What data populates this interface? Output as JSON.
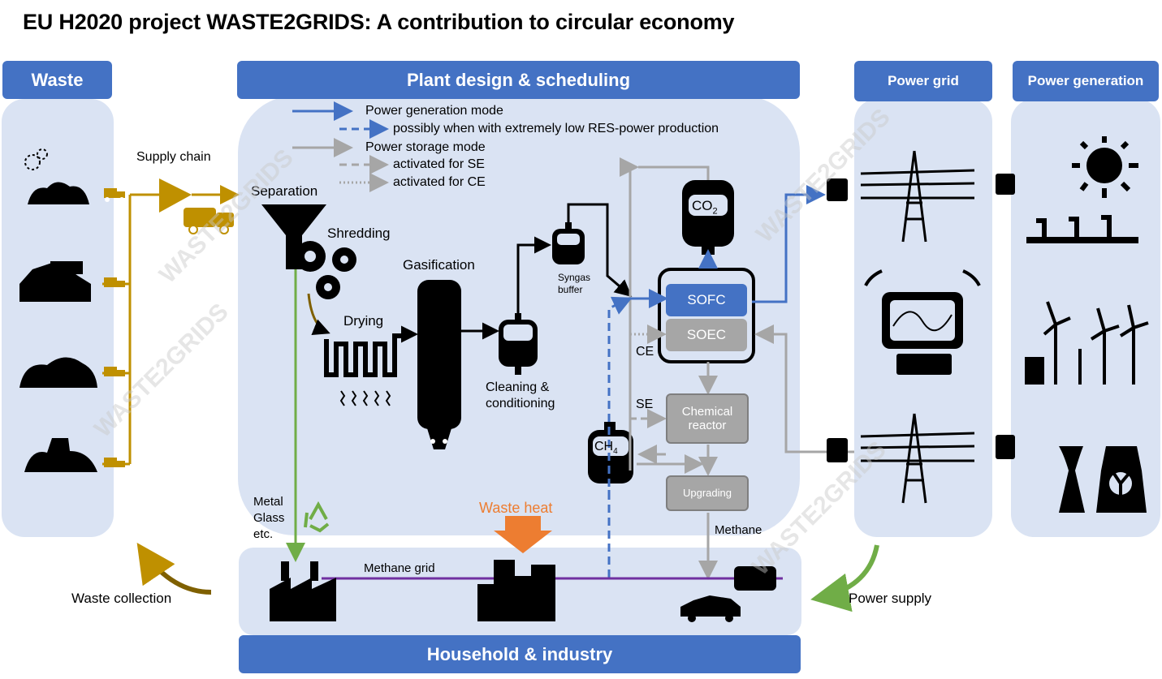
{
  "title": "EU H2020 project WASTE2GRIDS: A contribution to circular economy",
  "headers": {
    "waste": "Waste",
    "plant": "Plant design & scheduling",
    "power_grid": "Power grid",
    "power_generation": "Power generation",
    "household": "Household & industry"
  },
  "legend": {
    "power_generation_mode": "Power generation mode",
    "low_res": "possibly when with extremely low RES-power production",
    "power_storage_mode": "Power storage mode",
    "activated_se": "activated for SE",
    "activated_ce": "activated for CE"
  },
  "labels": {
    "supply_chain": "Supply chain",
    "separation": "Separation",
    "shredding": "Shredding",
    "gasification": "Gasification",
    "drying": "Drying",
    "cleaning_line1": "Cleaning &",
    "cleaning_line2": "conditioning",
    "syngas_line1": "Syngas",
    "syngas_line2": "buffer",
    "co2": "CO",
    "co2_sub": "2",
    "ch4": "CH",
    "ch4_sub": "4",
    "ce": "CE",
    "se": "SE",
    "metal": "Metal",
    "glass": "Glass",
    "etc": "etc.",
    "waste_heat": "Waste heat",
    "methane_grid": "Methane grid",
    "methane": "Methane",
    "waste_collection": "Waste collection",
    "power_supply": "Power supply",
    "watermark": "WASTE2GRIDS"
  },
  "units": {
    "sofc": "SOFC",
    "soec": "SOEC",
    "reactor_line1": "Chemical",
    "reactor_line2": "reactor",
    "upgrading": "Upgrading"
  },
  "colors": {
    "header_blue": "#4472c4",
    "panel_bg": "#dae3f3",
    "power_generation_line": "#4472c4",
    "power_storage_line": "#a6a6a6",
    "supply_chain_gold": "#bf9000",
    "recycle_green": "#70ad47",
    "waste_heat_orange": "#ed7d31",
    "methane_grid_purple": "#7030a0",
    "unit_gray": "#a6a6a6"
  }
}
